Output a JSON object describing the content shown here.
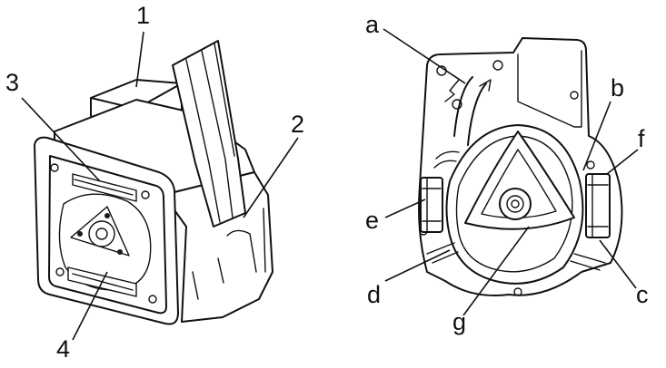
{
  "left_labels": [
    "1",
    "2",
    "3",
    "4"
  ],
  "right_labels": [
    "a",
    "b",
    "c",
    "d",
    "e",
    "f",
    "g"
  ]
}
